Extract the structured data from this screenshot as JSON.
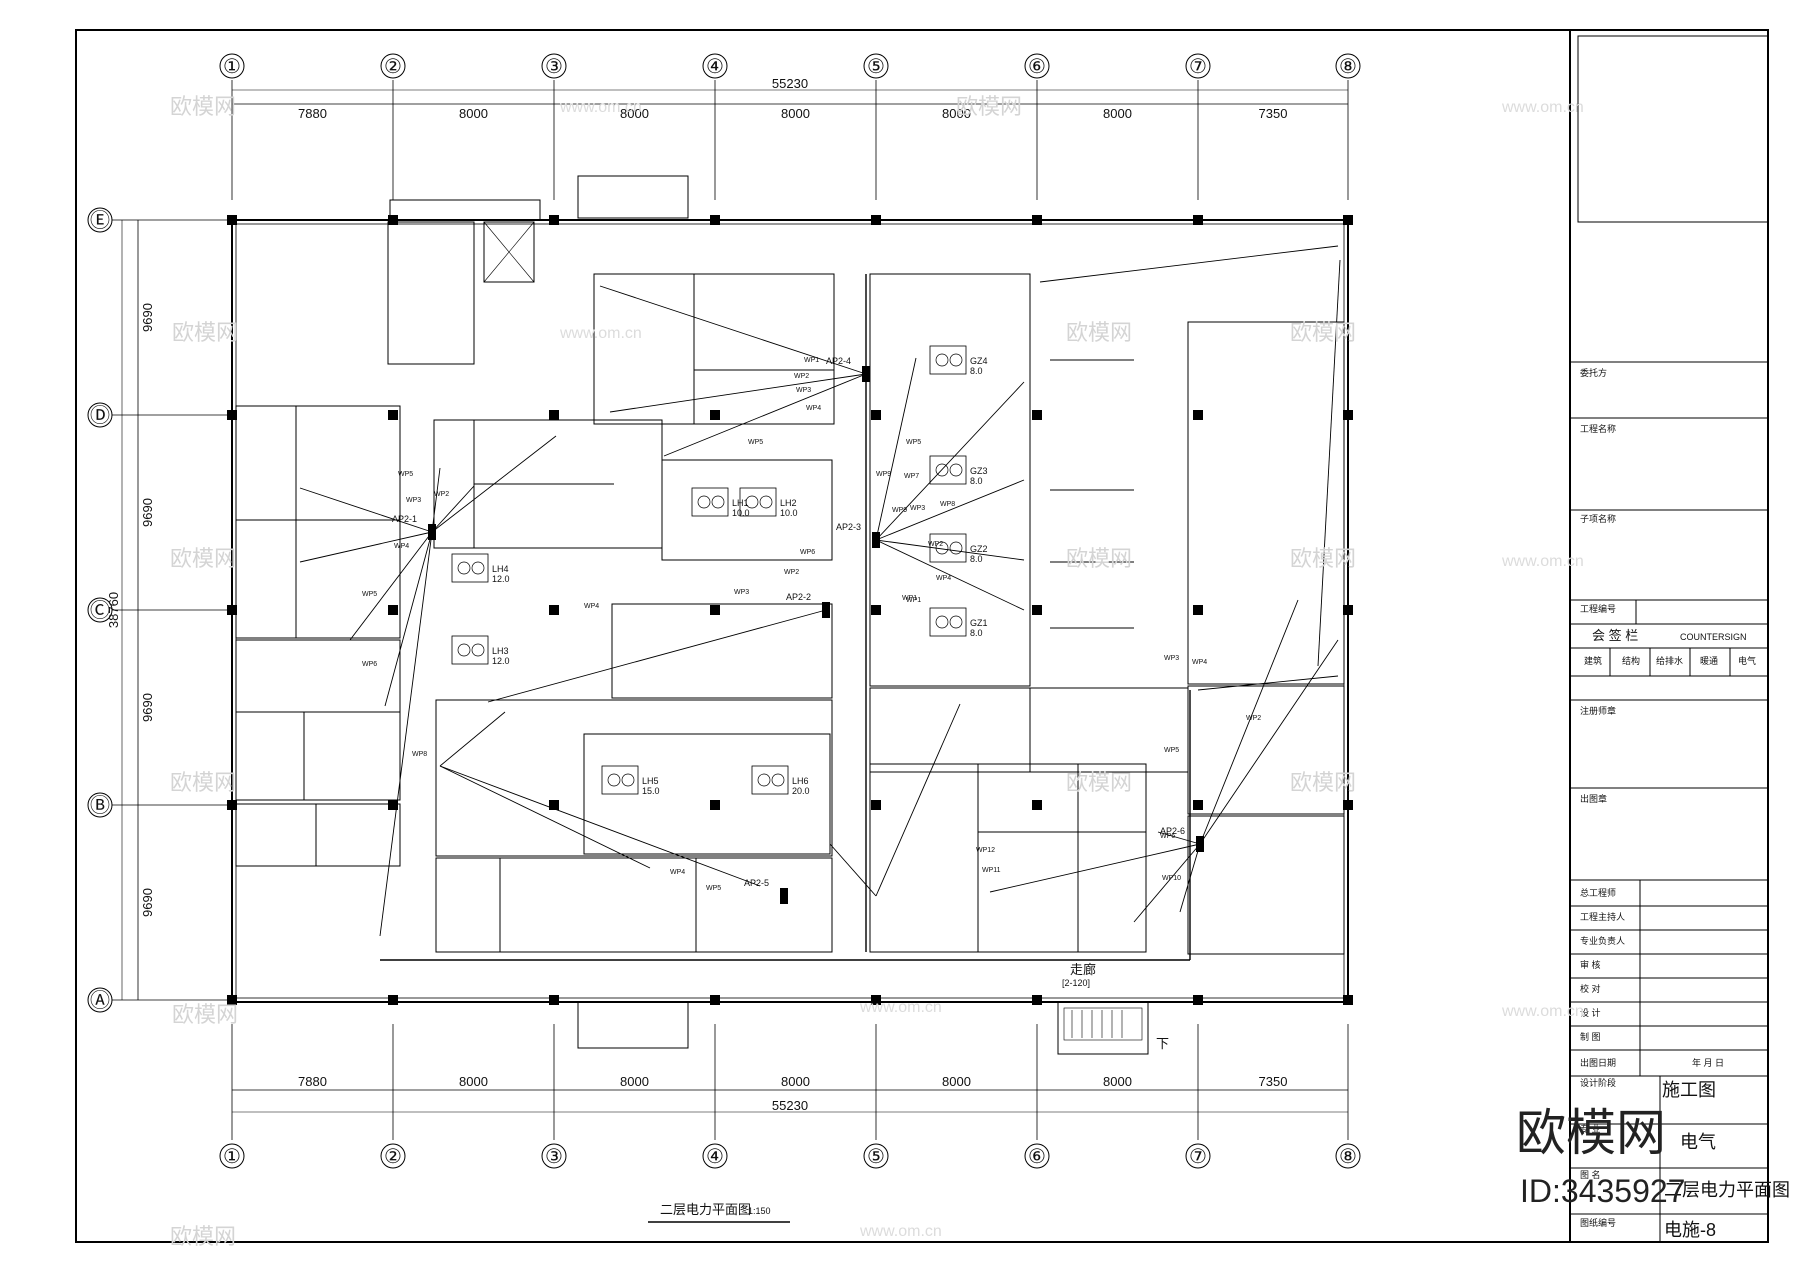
{
  "axes": {
    "columns": [
      "①",
      "②",
      "③",
      "④",
      "⑤",
      "⑥",
      "⑦",
      "⑧"
    ],
    "rows": [
      "Ⓔ",
      "Ⓓ",
      "Ⓒ",
      "Ⓑ",
      "Ⓐ"
    ]
  },
  "dimensions": {
    "total_width": "55230",
    "spans": [
      "7880",
      "8000",
      "8000",
      "8000",
      "8000",
      "8000",
      "7350"
    ],
    "total_height": "38760",
    "row_spans": [
      "9690",
      "9690",
      "9690",
      "9690"
    ]
  },
  "panels": [
    {
      "label": "AP2-1"
    },
    {
      "label": "AP2-2"
    },
    {
      "label": "AP2-3"
    },
    {
      "label": "AP2-4"
    },
    {
      "label": "AP2-5"
    },
    {
      "label": "AP2-6"
    }
  ],
  "circuits": [
    "WP1",
    "WP2",
    "WP3",
    "WP4",
    "WP5",
    "WP6",
    "WP7",
    "WP8",
    "WP9",
    "WP10",
    "WP11",
    "WP12",
    "WP1",
    "WP2",
    "WP3",
    "WP4",
    "WP5",
    "WP6",
    "WP1",
    "WP2",
    "WP3",
    "WP4",
    "WP5",
    "WP2",
    "WP3",
    "WP4",
    "WP5",
    "WP3",
    "WP4",
    "WP9",
    "WP4",
    "WP5",
    "WP6",
    "WP8",
    "WP5",
    "WP2"
  ],
  "equipment": [
    {
      "tag": "LH4",
      "value": "12.0"
    },
    {
      "tag": "LH3",
      "value": "12.0"
    },
    {
      "tag": "LH1",
      "value": "10.0"
    },
    {
      "tag": "LH2",
      "value": "10.0"
    },
    {
      "tag": "LH5",
      "value": "15.0"
    },
    {
      "tag": "LH6",
      "value": "20.0"
    },
    {
      "tag": "GZ4",
      "value": "8.0"
    },
    {
      "tag": "GZ3",
      "value": "8.0"
    },
    {
      "tag": "GZ2",
      "value": "8.0"
    },
    {
      "tag": "GZ1",
      "value": "8.0"
    }
  ],
  "corridor": {
    "name": "走廊",
    "code": "[2-120]"
  },
  "stair_label": "下",
  "plan_title": "二层电力平面图",
  "plan_scale": "1:150",
  "title_block": {
    "client": "委托方",
    "project": "工程名称",
    "sub_project": "子项名称",
    "project_no": "工程编号",
    "countersign_cn": "会 签 栏",
    "countersign_en": "COUNTERSIGN",
    "disciplines": [
      "建筑",
      "结构",
      "给排水",
      "暖通",
      "电气"
    ],
    "registered_engineer": "注册师章",
    "drawing_stamp": "出图章",
    "roles": [
      "总工程师",
      "工程主持人",
      "专业负责人",
      "审    核",
      "校    对",
      "设    计",
      "制    图",
      "出图日期"
    ],
    "date_fields": "年    月    日",
    "design_stage_label": "设计阶段",
    "design_stage_value": "施工图",
    "discipline_label": "专  业",
    "discipline_value": "电气",
    "drawing_name_label": "图  名",
    "drawing_name_value": "二层电力平面图",
    "drawing_no_label": "图纸编号",
    "drawing_no_value": "电施-8"
  },
  "watermarks": {
    "brand": "欧模网",
    "url": "www.om.cn",
    "id_text": "ID:3435927"
  }
}
